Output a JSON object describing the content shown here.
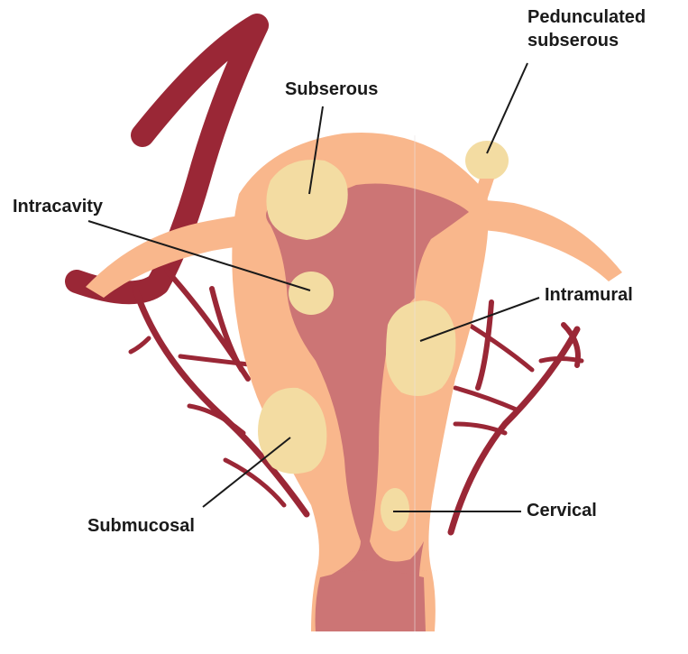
{
  "colors": {
    "tissue": "#f9b78c",
    "cavity": "#cc7575",
    "vessel": "#9a2736",
    "fibroid": "#f3dca2",
    "leader": "#1a1a1a"
  },
  "labels": {
    "pedunculated_subserous": "Pedunculated\nsubserous",
    "subserous": "Subserous",
    "intracavity": "Intracavity",
    "intramural": "Intramural",
    "submucosal": "Submucosal",
    "cervical": "Cervical"
  }
}
